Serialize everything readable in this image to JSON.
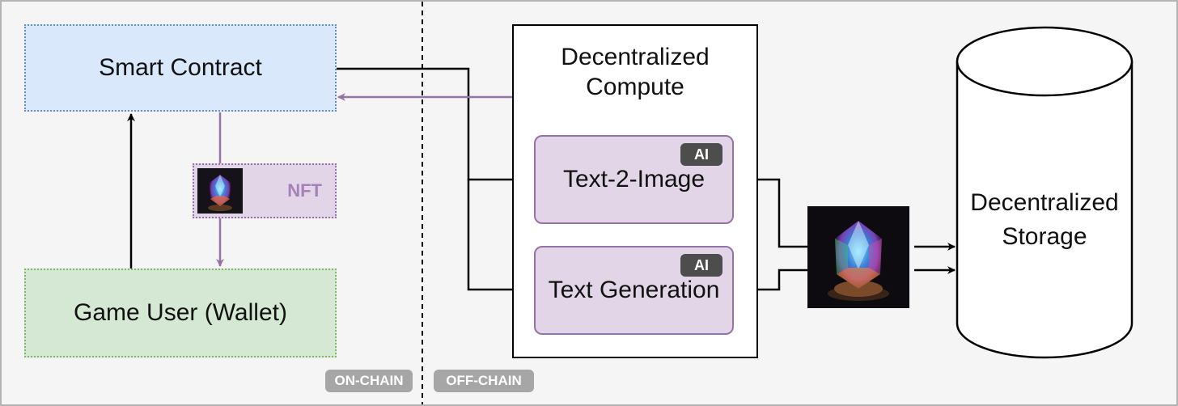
{
  "nodes": {
    "smart_contract": "Smart Contract",
    "game_user": "Game User (Wallet)",
    "nft": "NFT",
    "compute": "Decentralized Compute",
    "text_to_image": "Text-2-Image",
    "text_generation": "Text Generation",
    "ai_badge": "AI",
    "storage": "Decentralized Storage"
  },
  "zones": {
    "on_chain": "ON-CHAIN",
    "off_chain": "OFF-CHAIN"
  },
  "icons": {
    "nft_thumbnail": "crystal-gem-icon",
    "generated_image": "crystal-gem-icon"
  },
  "colors": {
    "smart_contract_fill": "#dae8fc",
    "smart_contract_border": "#6c8ebf",
    "game_user_fill": "#d5e8d4",
    "game_user_border": "#82b366",
    "purple_fill": "#e1d5e7",
    "purple_border": "#9673a6",
    "nft_text": "#a680b8",
    "badge": "#4d4d4d",
    "zone_pill": "#a6a6a6"
  }
}
